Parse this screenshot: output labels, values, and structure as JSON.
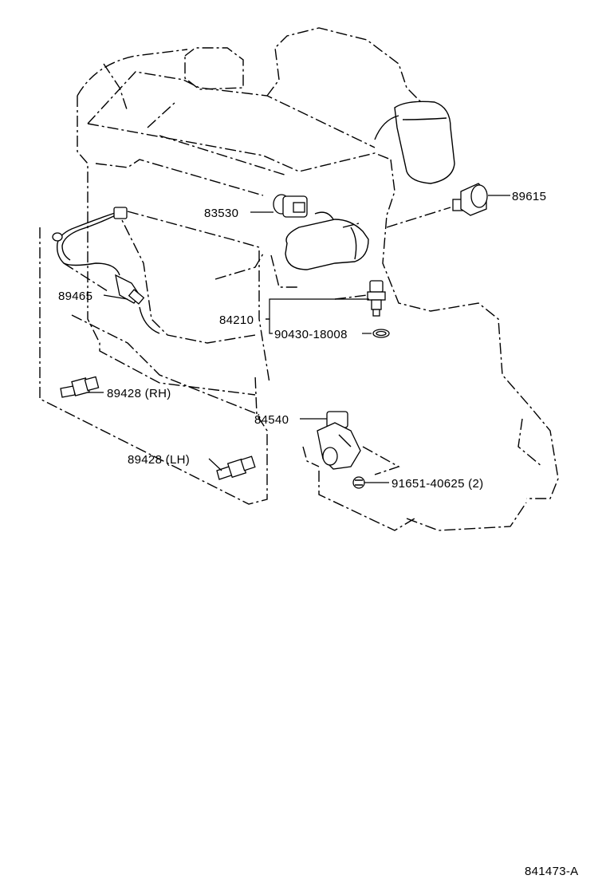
{
  "labels": {
    "p83530": "83530",
    "p89615": "89615",
    "p89465": "89465",
    "p84210": "84210",
    "p90430": "90430-18008",
    "p89428rh": "89428 (RH)",
    "p84540": "84540",
    "p89428lh": "89428 (LH)",
    "p91651": "91651-40625 (2)"
  },
  "footer": {
    "code": "841473-A"
  }
}
